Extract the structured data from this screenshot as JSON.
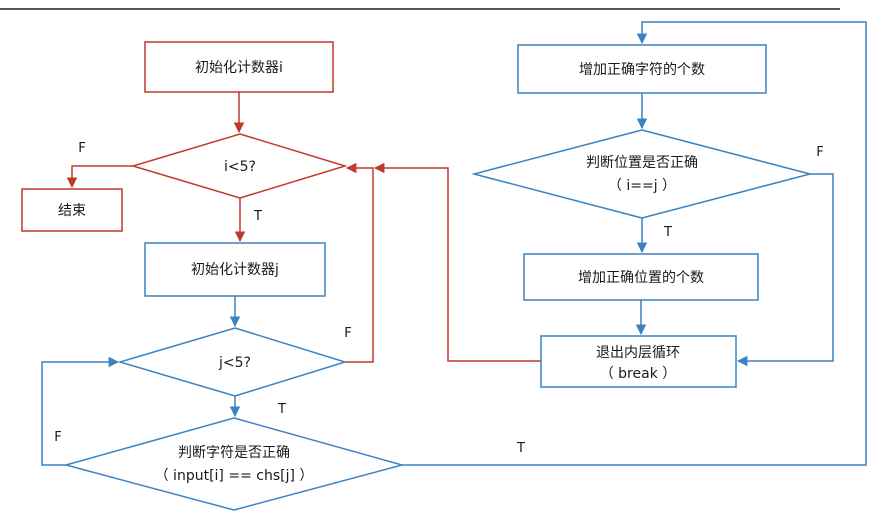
{
  "nodes": {
    "init_i": "初始化计数器i",
    "cond_i": "i<5?",
    "end": "结束",
    "init_j": "初始化计数器j",
    "cond_j": "j<5?",
    "check_char_line1": "判断字符是否正确",
    "check_char_line2": "（ input[i] == chs[j] ）",
    "inc_char": "增加正确字符的个数",
    "check_pos_line1": "判断位置是否正确",
    "check_pos_line2": "（ i==j ）",
    "inc_pos": "增加正确位置的个数",
    "break_line1": "退出内层循环",
    "break_line2": "（ break ）"
  },
  "edge_labels": {
    "i_false": "F",
    "i_true": "T",
    "j_false": "F",
    "j_true": "T",
    "char_false": "F",
    "char_true": "T",
    "pos_false": "F",
    "pos_true": "T"
  },
  "colors": {
    "outer_loop": "#c0392b",
    "inner_loop": "#3b83c0",
    "top_rule": "#555555"
  }
}
